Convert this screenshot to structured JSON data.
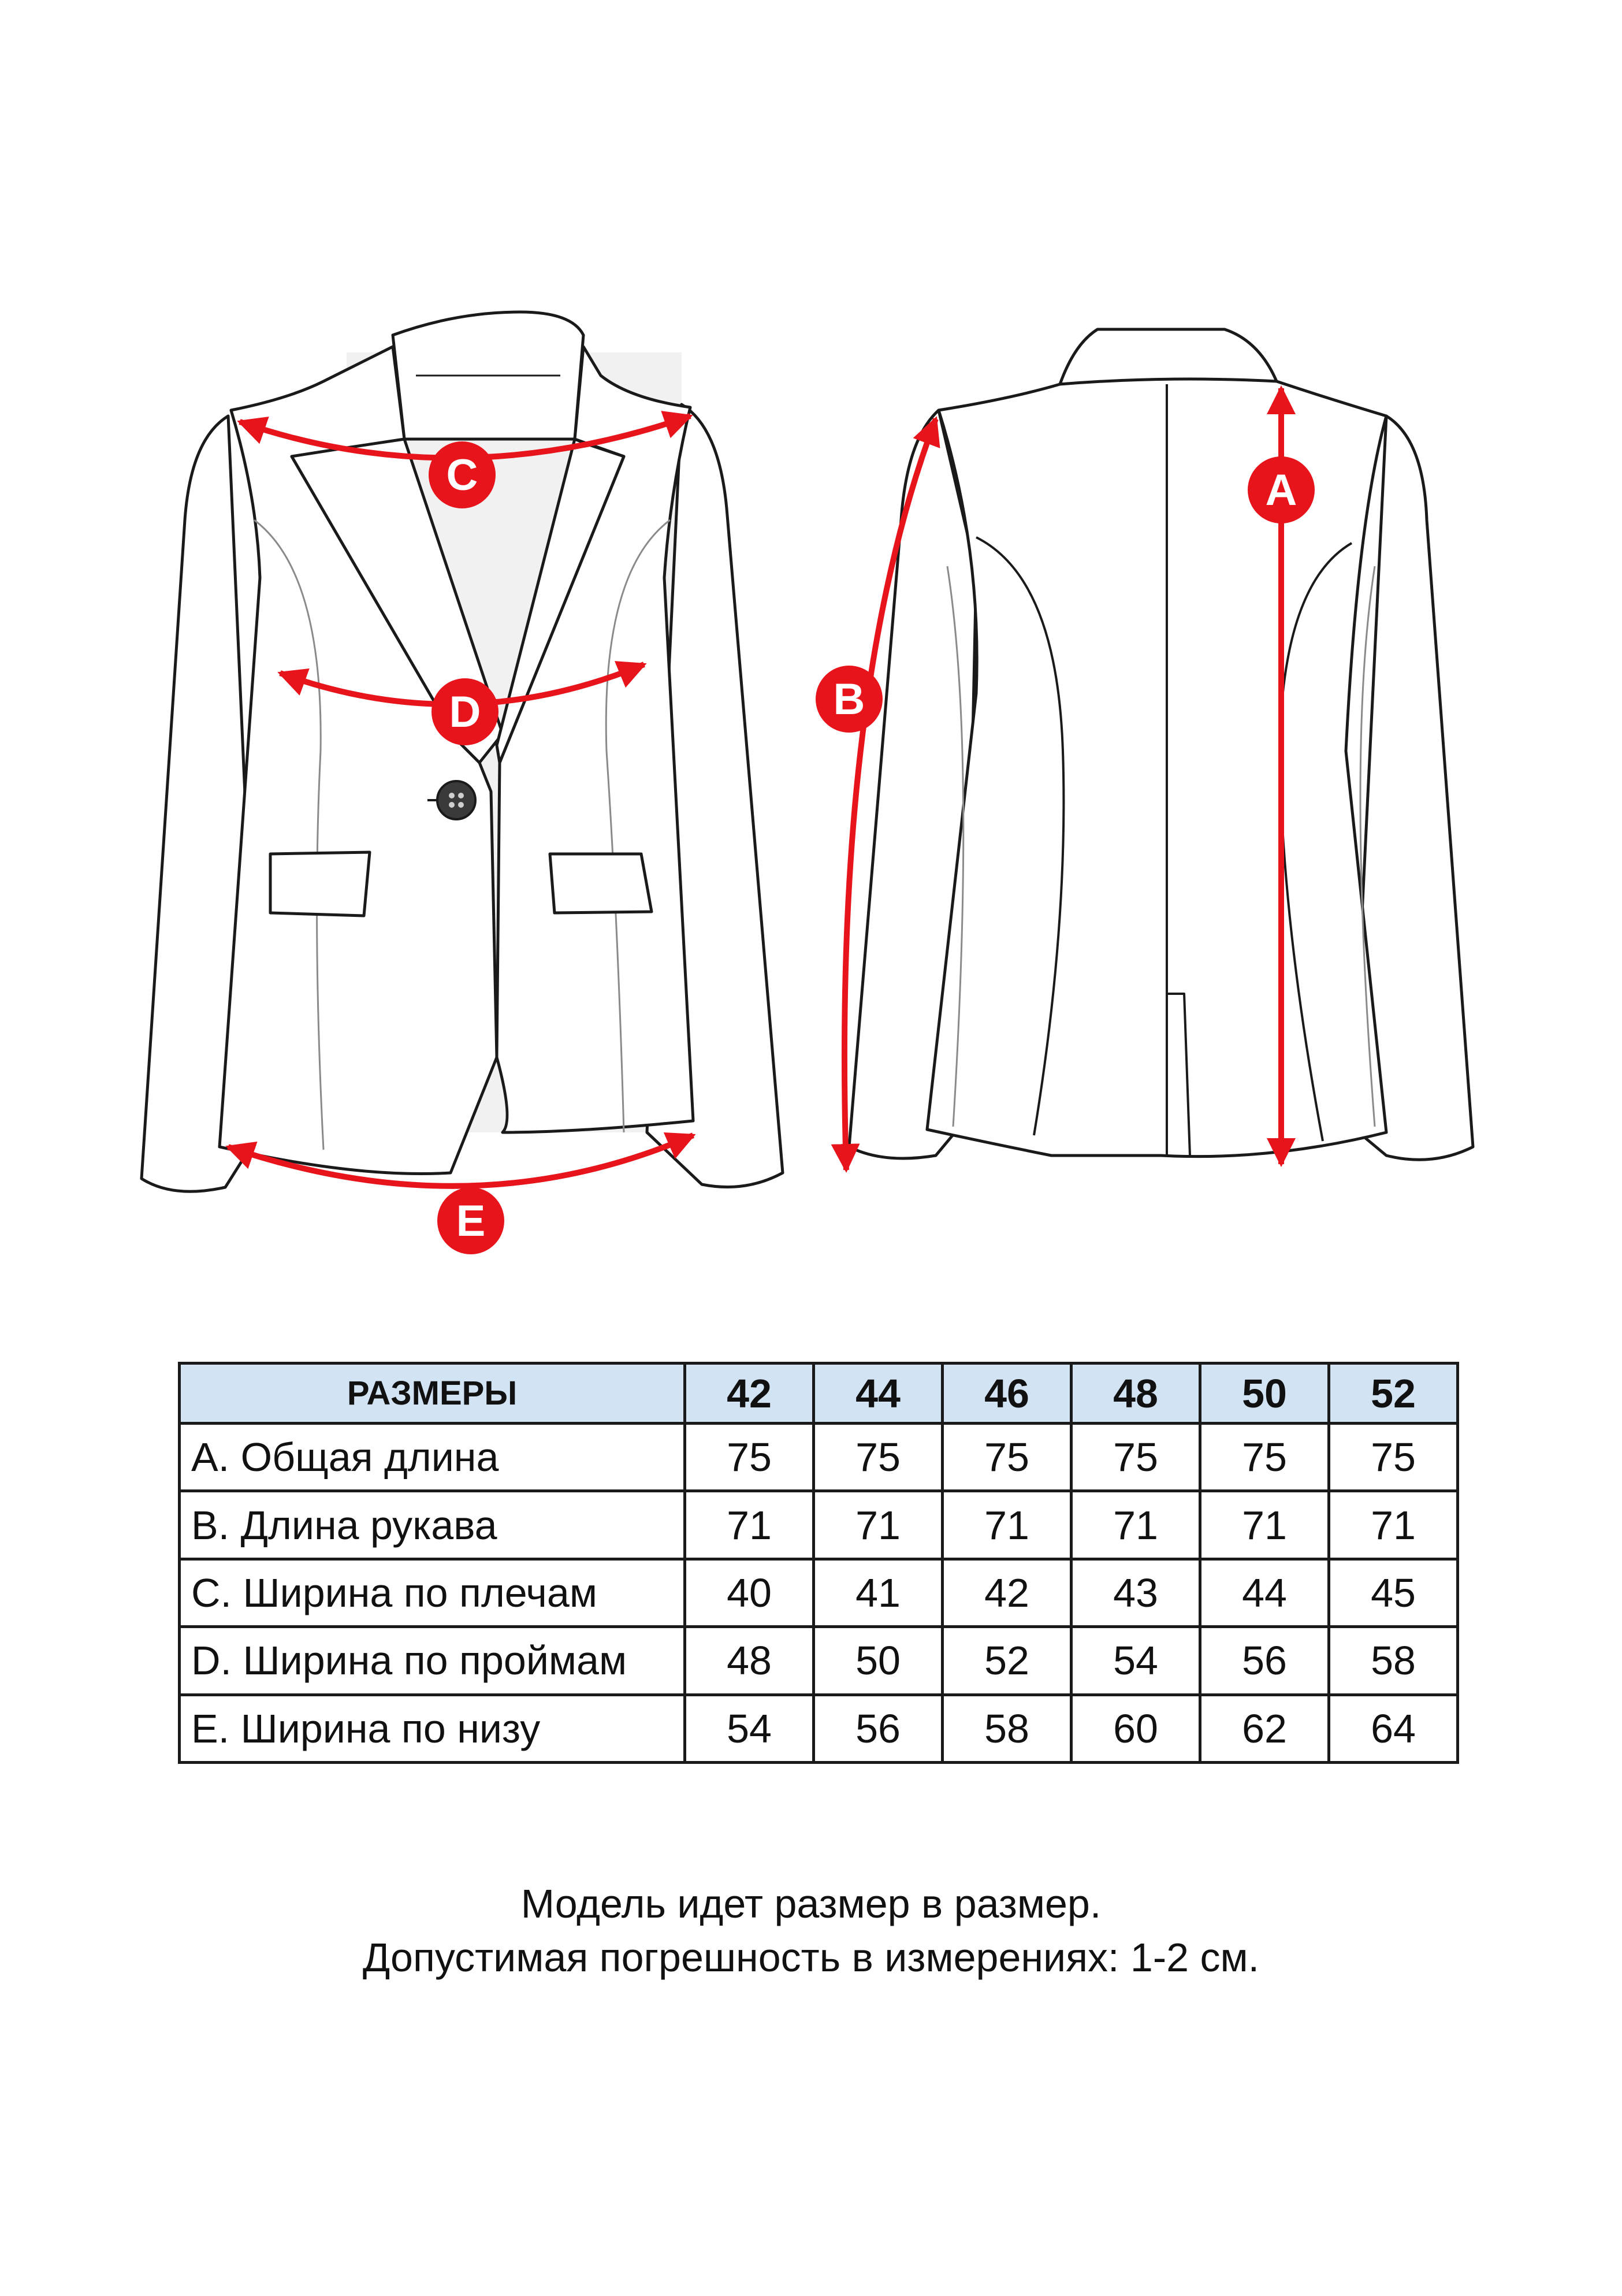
{
  "illustration": {
    "accent_color": "#e8141c",
    "measure_labels": [
      "C",
      "D",
      "E",
      "B",
      "A"
    ]
  },
  "table": {
    "header": {
      "param_label": "РАЗМЕРЫ",
      "sizes": [
        "42",
        "44",
        "46",
        "48",
        "50",
        "52"
      ]
    },
    "header_color": "#d2e3f4",
    "rows": [
      {
        "label": "A. Общая длина",
        "values": [
          "75",
          "75",
          "75",
          "75",
          "75",
          "75"
        ]
      },
      {
        "label": "B. Длина рукава",
        "values": [
          "71",
          "71",
          "71",
          "71",
          "71",
          "71"
        ]
      },
      {
        "label": "C. Ширина по плечам",
        "values": [
          "40",
          "41",
          "42",
          "43",
          "44",
          "45"
        ]
      },
      {
        "label": "D. Ширина по проймам",
        "values": [
          "48",
          "50",
          "52",
          "54",
          "56",
          "58"
        ]
      },
      {
        "label": "E. Ширина по низу",
        "values": [
          "54",
          "56",
          "58",
          "60",
          "62",
          "64"
        ]
      }
    ]
  },
  "notes": {
    "line1": "Модель идет размер в размер.",
    "line2": "Допустимая погрешность в измерениях: 1-2 см."
  }
}
